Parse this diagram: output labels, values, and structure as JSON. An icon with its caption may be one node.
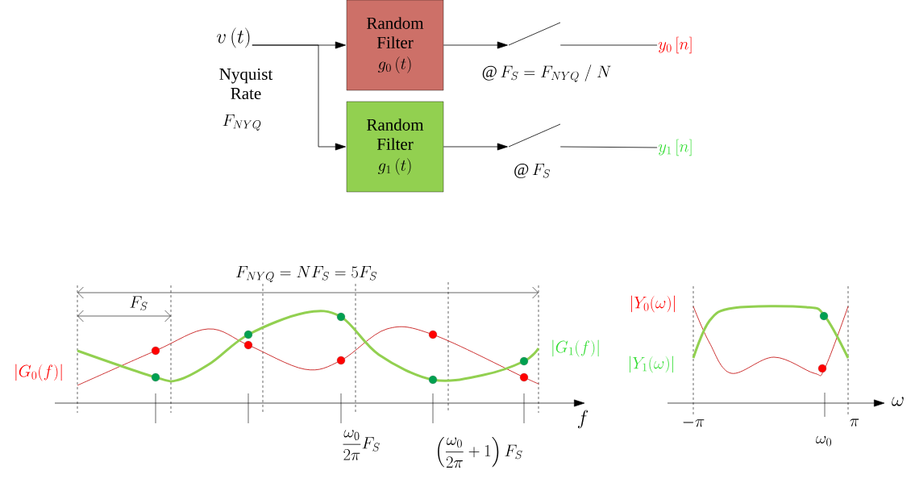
{
  "diagram": {
    "nodes": [
      {
        "text": [
          "v\\left(t\\right)"
        ],
        "beside": [
          "Nyquist Rate",
          "F_{NYQ}"
        ]
      },
      {
        "text": [
          "Random Filter",
          "g_0\\left(t\\right)"
        ]
      },
      {
        "text": [
          "Random Filter",
          "g_1\\left(t\\right)"
        ]
      },
      {
        "text": [],
        "shape": "switch",
        "beside": [
          "@\\,F_S = F_{NYQ}\\;/\\;N"
        ]
      },
      {
        "text": [],
        "shape": "switch",
        "beside": [
          "@\\,F_S"
        ]
      },
      {
        "text": [
          "y_0\\left[n\\right]"
        ]
      },
      {
        "text": [
          "y_1\\left[n\\right]"
        ]
      }
    ],
    "edges": [
      {
        "from": 0,
        "to": 1,
        "arrow": "to"
      },
      {
        "from": 0,
        "to": 2,
        "arrow": "to"
      },
      {
        "from": 1,
        "to": 3,
        "arrow": "to"
      },
      {
        "from": 2,
        "to": 4,
        "arrow": "to"
      },
      {
        "from": 3,
        "to": 5,
        "arrow": "none"
      },
      {
        "from": 4,
        "to": 6,
        "arrow": "none"
      }
    ],
    "labels": [
      "F_{NYQ}=NF_S=5F_S",
      "F_S",
      "\\left|G_0(f)\\right|",
      "\\left|G_1(f)\\right|",
      "f",
      "\\frac{\\omega_0}{2\\pi}F_S",
      "\\left(\\frac{\\omega_0}{2\\pi}+1\\right)F_S",
      "\\left|Y_0(\\omega)\\right|",
      "\\left|Y_1(\\omega)\\right|",
      "-\\pi",
      "\\omega_0",
      "\\pi",
      "\\omega"
    ]
  }
}
